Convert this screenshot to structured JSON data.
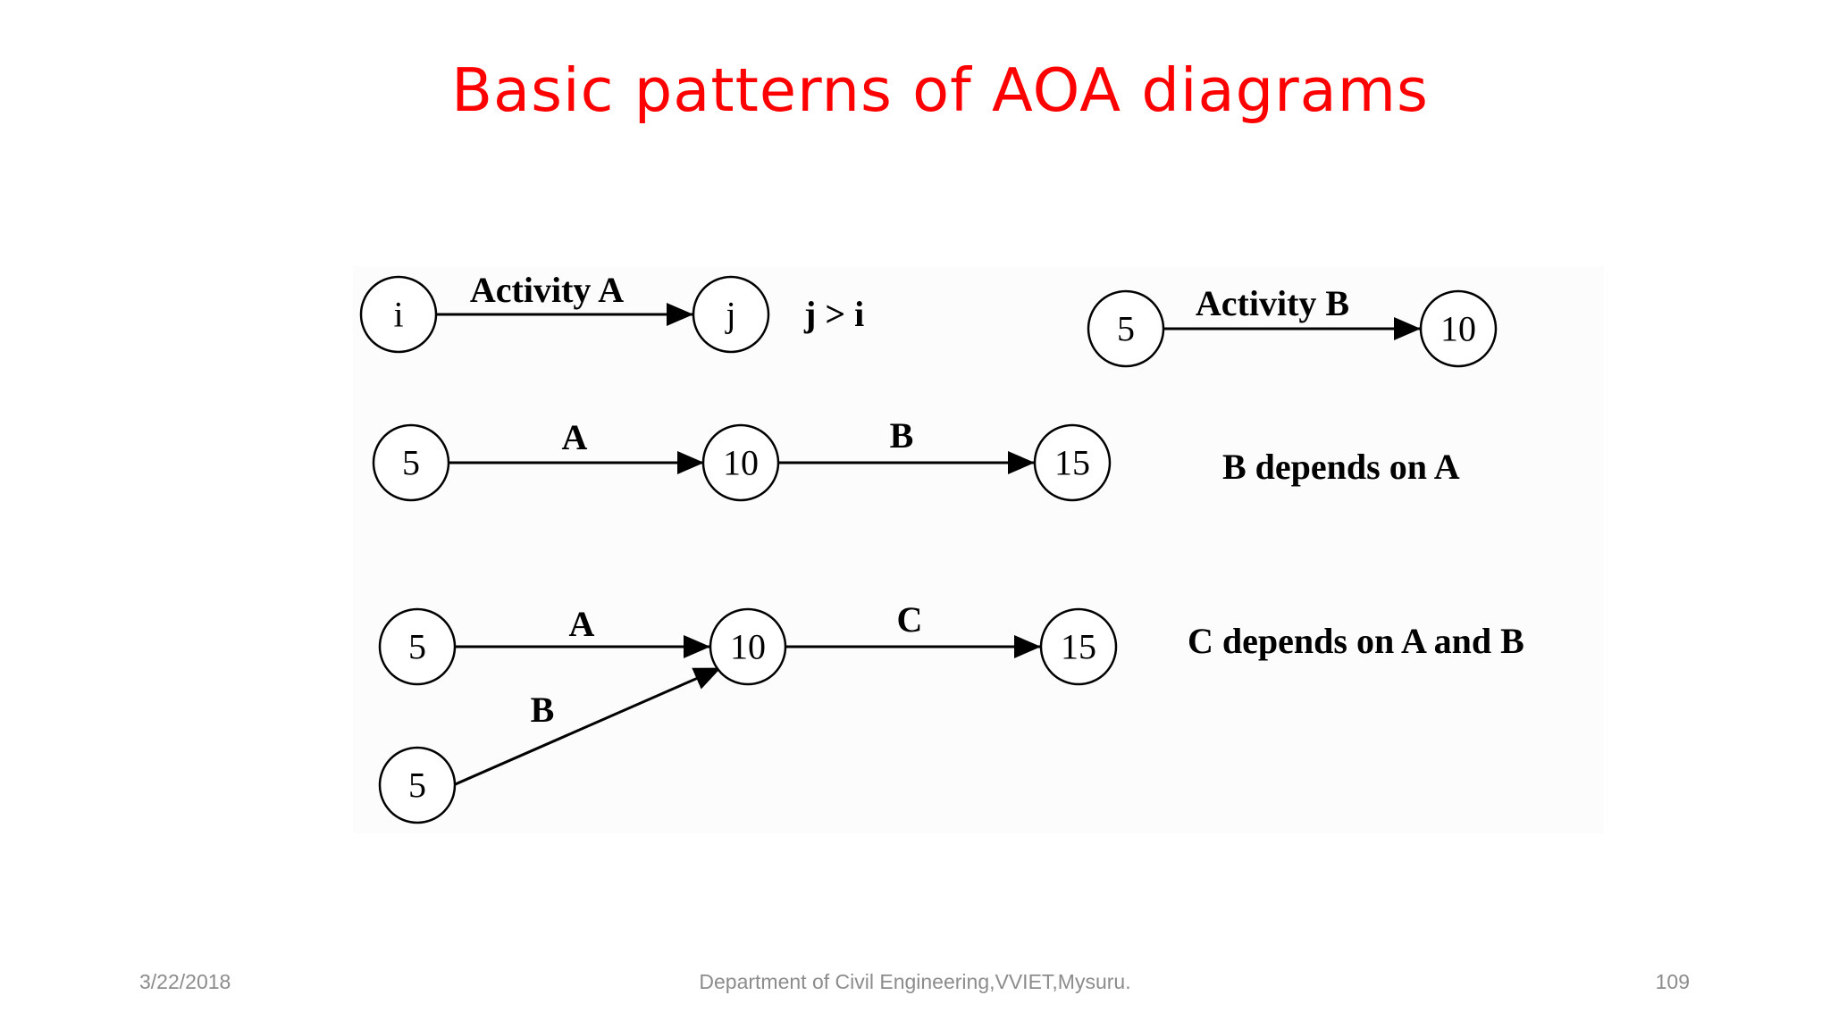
{
  "slide": {
    "title": "Basic patterns of AOA diagrams",
    "footer": {
      "date": "3/22/2018",
      "department": "Department of Civil Engineering,VVIET,Mysuru.",
      "page": "109"
    }
  },
  "diagram": {
    "row1": {
      "node_i": "i",
      "node_j": "j",
      "edge_label": "Activity A",
      "condition": "j > i",
      "node_5": "5",
      "node_10": "10",
      "edge_label_b": "Activity B"
    },
    "row2": {
      "node_a": "5",
      "node_b": "10",
      "node_c": "15",
      "edge_a": "A",
      "edge_b": "B",
      "note": "B depends on A"
    },
    "row3": {
      "node_a": "5",
      "node_b": "10",
      "node_c": "15",
      "node_d": "5",
      "edge_a": "A",
      "edge_b": "B",
      "edge_c": "C",
      "note": "C depends on A and B"
    }
  },
  "colors": {
    "title": "#ff0000",
    "footer": "#8c8c8c",
    "lines": "#000000"
  }
}
